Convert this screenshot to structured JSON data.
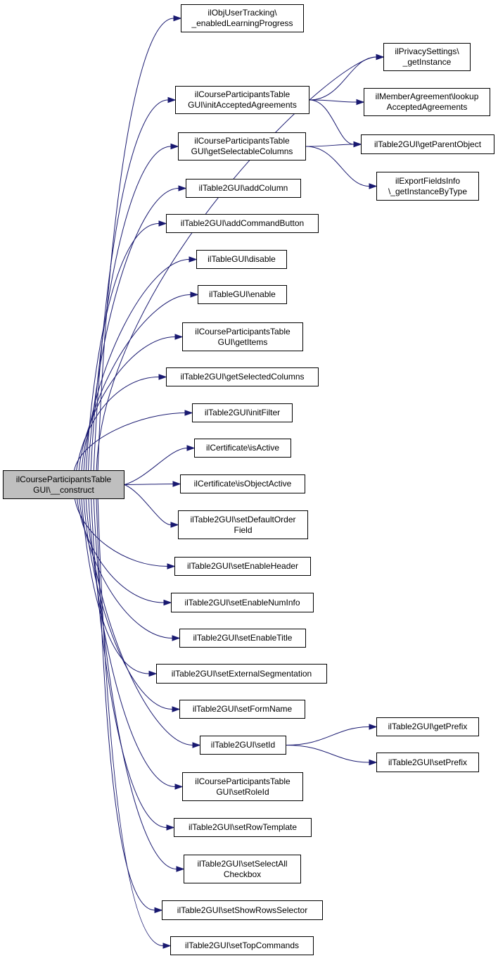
{
  "root": {
    "id": "root",
    "label": "ilCourseParticipantsTable\nGUI\\__construct"
  },
  "nodes": [
    {
      "id": "n_objuser",
      "label": "ilObjUserTracking\\\n_enabledLearningProgress"
    },
    {
      "id": "n_privacy",
      "label": "ilPrivacySettings\\\n_getInstance"
    },
    {
      "id": "n_initacc",
      "label": "ilCourseParticipantsTable\nGUI\\initAcceptedAgreements"
    },
    {
      "id": "n_memberagr",
      "label": "ilMemberAgreement\\lookup\nAcceptedAgreements"
    },
    {
      "id": "n_getsel",
      "label": "ilCourseParticipantsTable\nGUI\\getSelectableColumns"
    },
    {
      "id": "n_parent",
      "label": "ilTable2GUI\\getParentObject"
    },
    {
      "id": "n_export",
      "label": "ilExportFieldsInfo\n\\_getInstanceByType"
    },
    {
      "id": "n_addcol",
      "label": "ilTable2GUI\\addColumn"
    },
    {
      "id": "n_addcmd",
      "label": "ilTable2GUI\\addCommandButton"
    },
    {
      "id": "n_disable",
      "label": "ilTableGUI\\disable"
    },
    {
      "id": "n_enable",
      "label": "ilTableGUI\\enable"
    },
    {
      "id": "n_getitems",
      "label": "ilCourseParticipantsTable\nGUI\\getItems"
    },
    {
      "id": "n_getselcols",
      "label": "ilTable2GUI\\getSelectedColumns"
    },
    {
      "id": "n_initfilter",
      "label": "ilTable2GUI\\initFilter"
    },
    {
      "id": "n_isactive",
      "label": "ilCertificate\\isActive"
    },
    {
      "id": "n_isobjactive",
      "label": "ilCertificate\\isObjectActive"
    },
    {
      "id": "n_setdeforder",
      "label": "ilTable2GUI\\setDefaultOrder\nField"
    },
    {
      "id": "n_setenhead",
      "label": "ilTable2GUI\\setEnableHeader"
    },
    {
      "id": "n_setennum",
      "label": "ilTable2GUI\\setEnableNumInfo"
    },
    {
      "id": "n_setentitle",
      "label": "ilTable2GUI\\setEnableTitle"
    },
    {
      "id": "n_setextseg",
      "label": "ilTable2GUI\\setExternalSegmentation"
    },
    {
      "id": "n_setform",
      "label": "ilTable2GUI\\setFormName"
    },
    {
      "id": "n_setid",
      "label": "ilTable2GUI\\setId"
    },
    {
      "id": "n_getprefix",
      "label": "ilTable2GUI\\getPrefix"
    },
    {
      "id": "n_setprefix",
      "label": "ilTable2GUI\\setPrefix"
    },
    {
      "id": "n_setrole",
      "label": "ilCourseParticipantsTable\nGUI\\setRoleId"
    },
    {
      "id": "n_setrowtpl",
      "label": "ilTable2GUI\\setRowTemplate"
    },
    {
      "id": "n_setselall",
      "label": "ilTable2GUI\\setSelectAll\nCheckbox"
    },
    {
      "id": "n_setshowrows",
      "label": "ilTable2GUI\\setShowRowsSelector"
    },
    {
      "id": "n_settopcmd",
      "label": "ilTable2GUI\\setTopCommands"
    }
  ],
  "edges": [
    [
      "root",
      "n_objuser"
    ],
    [
      "root",
      "n_privacy"
    ],
    [
      "root",
      "n_initacc"
    ],
    [
      "root",
      "n_getsel"
    ],
    [
      "root",
      "n_addcol"
    ],
    [
      "root",
      "n_addcmd"
    ],
    [
      "root",
      "n_disable"
    ],
    [
      "root",
      "n_enable"
    ],
    [
      "root",
      "n_getitems"
    ],
    [
      "root",
      "n_getselcols"
    ],
    [
      "root",
      "n_initfilter"
    ],
    [
      "root",
      "n_isactive"
    ],
    [
      "root",
      "n_isobjactive"
    ],
    [
      "root",
      "n_setdeforder"
    ],
    [
      "root",
      "n_setenhead"
    ],
    [
      "root",
      "n_setennum"
    ],
    [
      "root",
      "n_setentitle"
    ],
    [
      "root",
      "n_setextseg"
    ],
    [
      "root",
      "n_setform"
    ],
    [
      "root",
      "n_setid"
    ],
    [
      "root",
      "n_setrole"
    ],
    [
      "root",
      "n_setrowtpl"
    ],
    [
      "root",
      "n_setselall"
    ],
    [
      "root",
      "n_setshowrows"
    ],
    [
      "root",
      "n_settopcmd"
    ],
    [
      "n_initacc",
      "n_privacy"
    ],
    [
      "n_initacc",
      "n_memberagr"
    ],
    [
      "n_initacc",
      "n_parent"
    ],
    [
      "n_getsel",
      "n_parent"
    ],
    [
      "n_getsel",
      "n_export"
    ],
    [
      "n_setid",
      "n_getprefix"
    ],
    [
      "n_setid",
      "n_setprefix"
    ]
  ],
  "colors": {
    "edge": "#191970",
    "root_fill": "#bfbfbf",
    "node_fill": "#ffffff",
    "border": "#000000"
  }
}
